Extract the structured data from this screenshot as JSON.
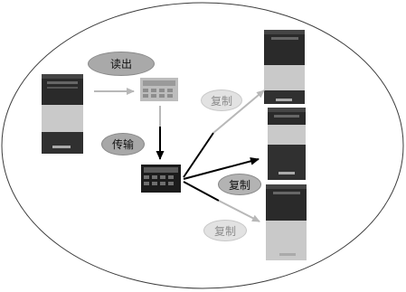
{
  "labels": {
    "read": "读出",
    "transfer": "传输",
    "copy_1": "复制",
    "copy_2": "复制",
    "copy_3": "复制"
  },
  "colors": {
    "ellipse_stroke": "#3c3c3c",
    "arrow_light": "#b8b8b8",
    "arrow_dark": "#000000",
    "device_body": "#2a2a2a",
    "device_lower": "#c9c9c9"
  },
  "icons": {
    "source_device": "inverter-icon",
    "keypad_top": "operator-panel-icon",
    "keypad_bottom": "operator-panel-icon",
    "target_devices": "inverter-icon"
  }
}
